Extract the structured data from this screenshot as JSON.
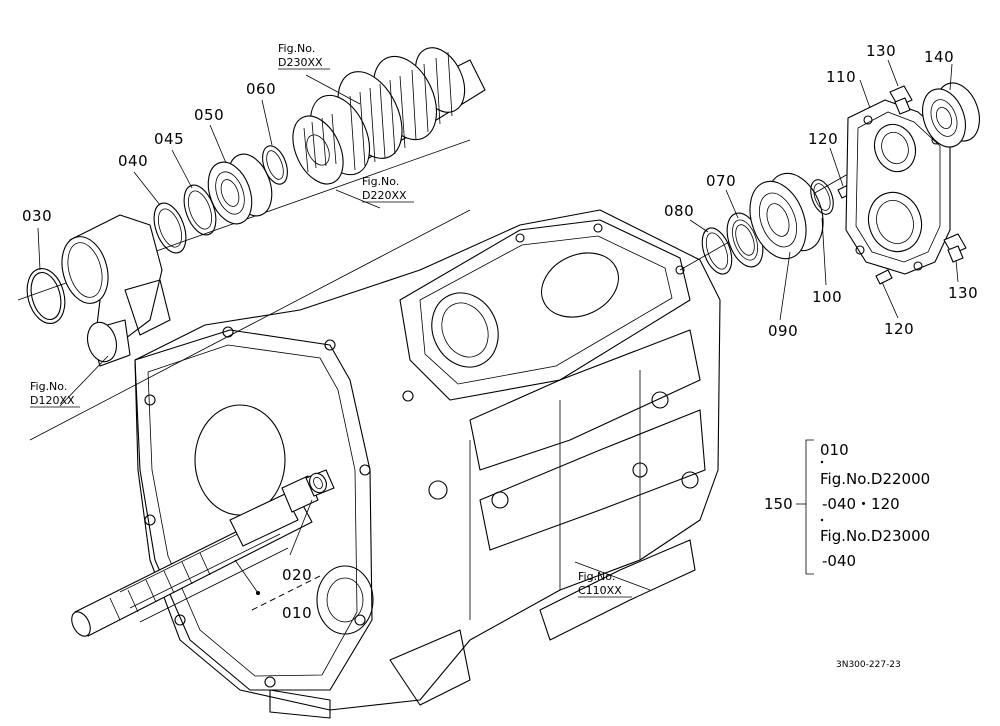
{
  "parts": {
    "p010": "010",
    "p020": "020",
    "p030": "030",
    "p040": "040",
    "p045": "045",
    "p050": "050",
    "p060": "060",
    "p070": "070",
    "p080": "080",
    "p090": "090",
    "p100": "100",
    "p110": "110",
    "p120a": "120",
    "p120b": "120",
    "p130a": "130",
    "p130b": "130",
    "p140": "140"
  },
  "figures": {
    "d230": {
      "line1": "Fig.No.",
      "line2": "D230XX"
    },
    "d220": {
      "line1": "Fig.No.",
      "line2": "D220XX"
    },
    "d120": {
      "line1": "Fig.No.",
      "line2": "D120XX"
    },
    "c110": {
      "line1": "Fig.No.",
      "line2": "C110XX"
    }
  },
  "legend": {
    "number": "150",
    "lines": [
      "010",
      "Fig.No.D22000",
      "-040・120",
      "Fig.No.D23000",
      "-040"
    ]
  },
  "reference": "3N300-227-23"
}
